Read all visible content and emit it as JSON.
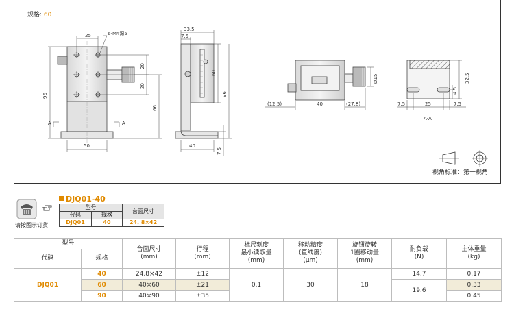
{
  "drawing": {
    "spec_label": "规格:",
    "spec_value": "60",
    "dims": {
      "d25_top": "25",
      "hole_note": "6-M4深5",
      "d20_a": "20",
      "d20_b": "20",
      "d96_left": "96",
      "d66": "66",
      "d50": "50",
      "d33_5": "33.5",
      "d7_5_top": "7.5",
      "d60_side": "60",
      "d96_side": "96",
      "d40_side": "40",
      "d7_5_side": "7.5",
      "d15_dia": "Ø15",
      "d12_5": "(12.5)",
      "d40_front": "40",
      "d27_8": "(27.8)",
      "d4_5": "4.5",
      "d32_5": "32.5",
      "d7_5_sec_l": "7.5",
      "d25_sec": "25",
      "d7_5_sec_r": "7.5",
      "section_aa": "A-A",
      "mark_a1": "A",
      "mark_a2": "A"
    },
    "view_standard": "视角标准：第一视角"
  },
  "ordering": {
    "caption": "请按图示订货",
    "model_title": "DJQ01-40",
    "headers": {
      "model": "型号",
      "code": "代码",
      "spec": "规格",
      "table_size": "台面尺寸"
    },
    "example": {
      "code": "DJQ01",
      "spec": "40",
      "size": "24. 8×42"
    }
  },
  "spec_table": {
    "headers": {
      "model": "型号",
      "code": "代码",
      "spec": "规格",
      "table_size": "台面尺寸",
      "table_size_unit": "(mm)",
      "stroke": "行程",
      "stroke_unit": "(mm)",
      "scale_l1": "标尺刻度",
      "scale_l2": "最小读取量",
      "scale_unit": "(mm)",
      "precision_l1": "移动精度",
      "precision_l2": "(直线度)",
      "precision_unit": "(μm)",
      "knob_l1": "旋钮旋转",
      "knob_l2": "1圈移动量",
      "knob_unit": "(mm)",
      "load": "耐负载",
      "load_unit": "(N)",
      "weight": "主体重量",
      "weight_unit": "(kg)"
    },
    "code": "DJQ01",
    "rows": [
      {
        "spec": "40",
        "size": "24.8×42",
        "stroke": "±12",
        "load": "14.7",
        "weight": "0.17"
      },
      {
        "spec": "60",
        "size": "40×60",
        "stroke": "±21",
        "weight": "0.33"
      },
      {
        "spec": "90",
        "size": "40×90",
        "stroke": "±35",
        "weight": "0.45"
      }
    ],
    "shared": {
      "scale": "0.1",
      "precision": "30",
      "knob": "18",
      "load_60_90": "19.6"
    }
  }
}
